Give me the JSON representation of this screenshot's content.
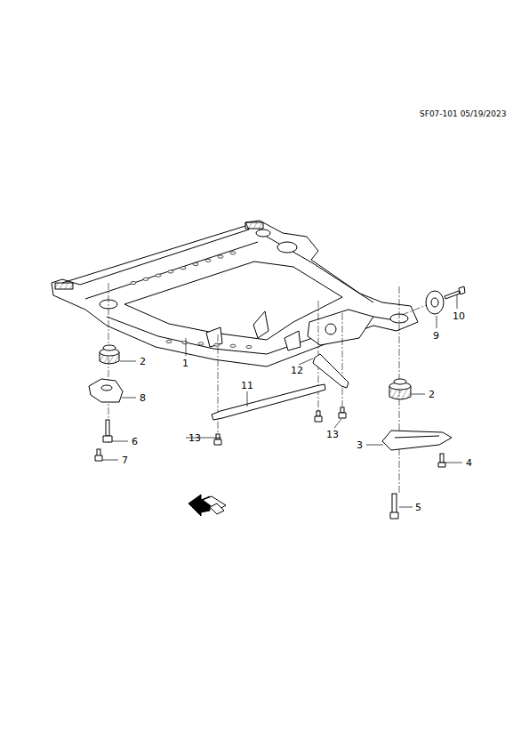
{
  "diagram": {
    "labels": [
      "SF07-101 05/19/2023",
      "2",
      "1",
      "8",
      "6",
      "7",
      "11",
      "12",
      "13",
      "13",
      "2",
      "3",
      "4",
      "5",
      "9",
      "10"
    ]
  }
}
